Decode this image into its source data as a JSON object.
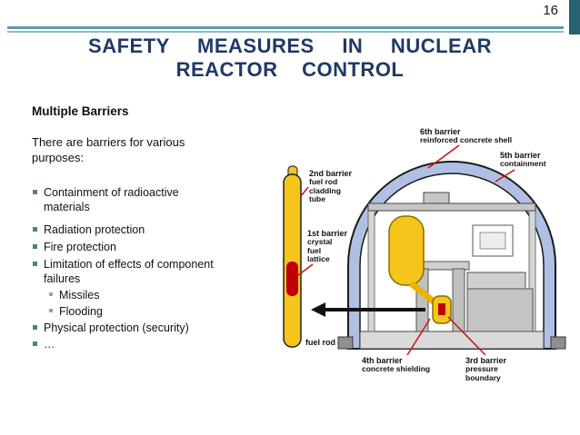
{
  "slide": {
    "number": "16",
    "title_line1": "SAFETY MEASURES IN NUCLEAR",
    "title_line2": "REACTOR CONTROL"
  },
  "content": {
    "heading": "Multiple Barriers",
    "intro": "There are barriers for various purposes:",
    "bullets": [
      "Containment of radioactive materials",
      "Radiation protection",
      "Fire protection",
      "Limitation of effects of component failures",
      "Missiles",
      "Flooding",
      "Physical protection (security)",
      "…"
    ]
  },
  "diagram": {
    "fuel_rod_caption": "fuel rod",
    "barriers": {
      "b1": {
        "name": "1st barrier",
        "desc": "crystal fuel lattice"
      },
      "b2": {
        "name": "2nd barrier",
        "desc": "fuel rod cladding tube"
      },
      "b3": {
        "name": "3rd barrier",
        "desc": "pressure boundary"
      },
      "b4": {
        "name": "4th barrier",
        "desc": "concrete shielding"
      },
      "b5": {
        "name": "5th barrier",
        "desc": "containment"
      },
      "b6": {
        "name": "6th barrier",
        "desc": "reinforced concrete shell"
      }
    }
  },
  "colors": {
    "title_navy": "#1F3966",
    "accent_teal": "#266271",
    "fuel_rod_yellow": "#F5C51B",
    "fuel_red": "#C00000",
    "shell_blue": "#AFC0E4",
    "label_line_red": "#CC1111"
  }
}
